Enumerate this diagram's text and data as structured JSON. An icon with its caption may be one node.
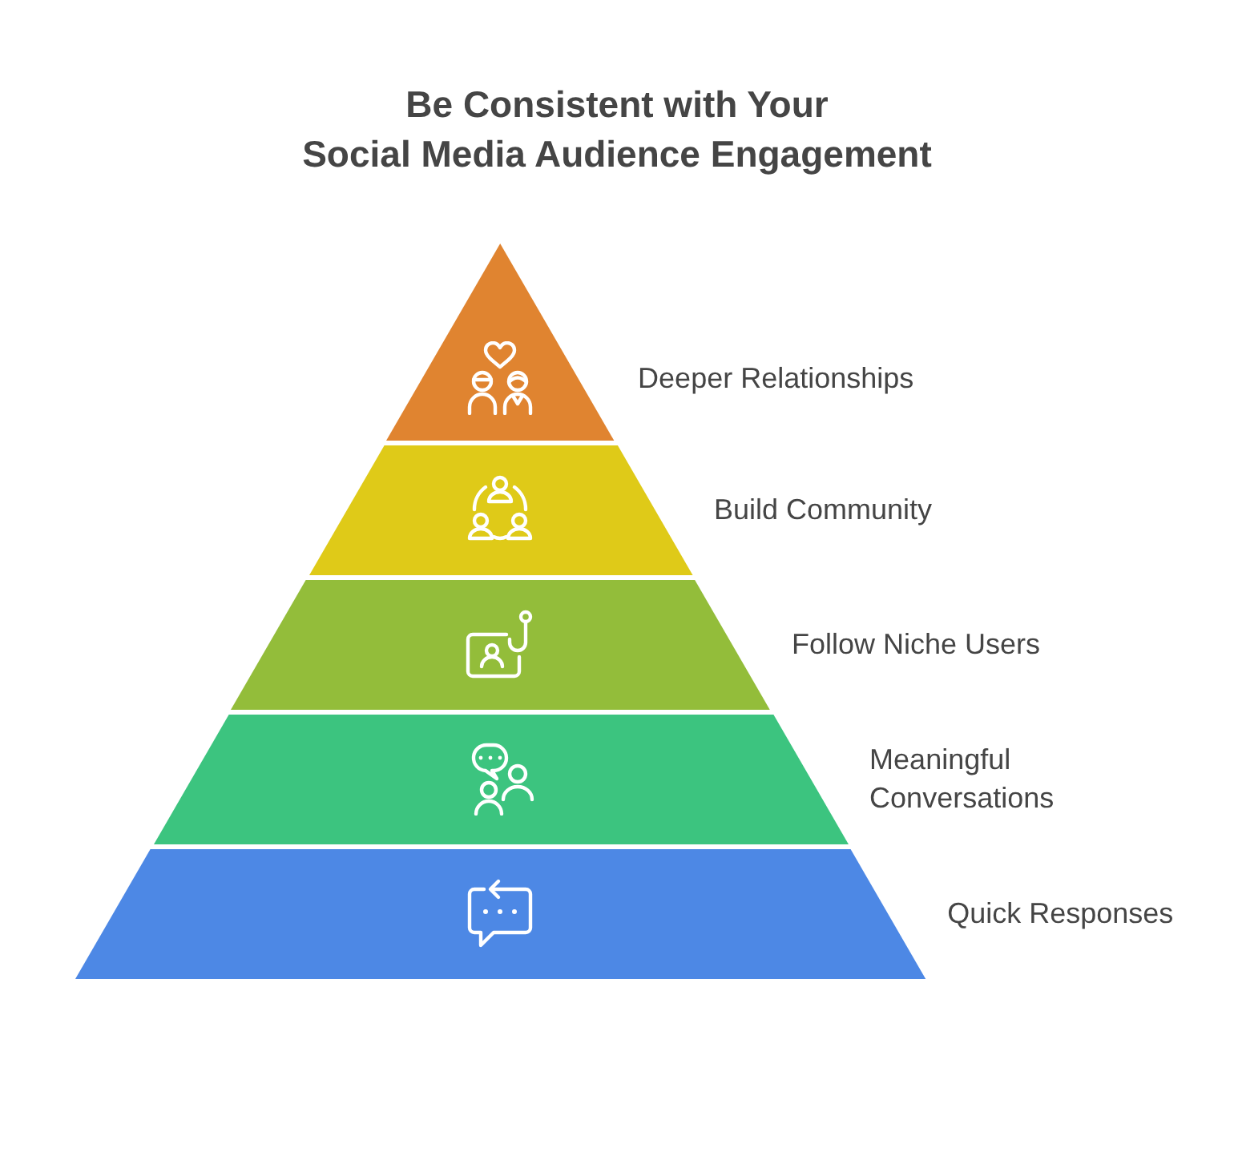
{
  "diagram": {
    "title": "Be Consistent with Your Social Media Audience Engagement",
    "nodes": [
      {
        "text": [],
        "shape": "triangle",
        "beside": [
          "Deeper Relationships"
        ]
      },
      {
        "text": [],
        "shape": "trapezoid",
        "beside": [
          "Build Community"
        ]
      },
      {
        "text": [],
        "shape": "trapezoid",
        "beside": [
          "Follow Niche Users"
        ]
      },
      {
        "text": [],
        "shape": "trapezoid",
        "beside": [
          "Meaningful Conversations"
        ]
      },
      {
        "text": [],
        "shape": "trapezoid",
        "beside": [
          "Quick Responses"
        ]
      }
    ],
    "edges": []
  }
}
